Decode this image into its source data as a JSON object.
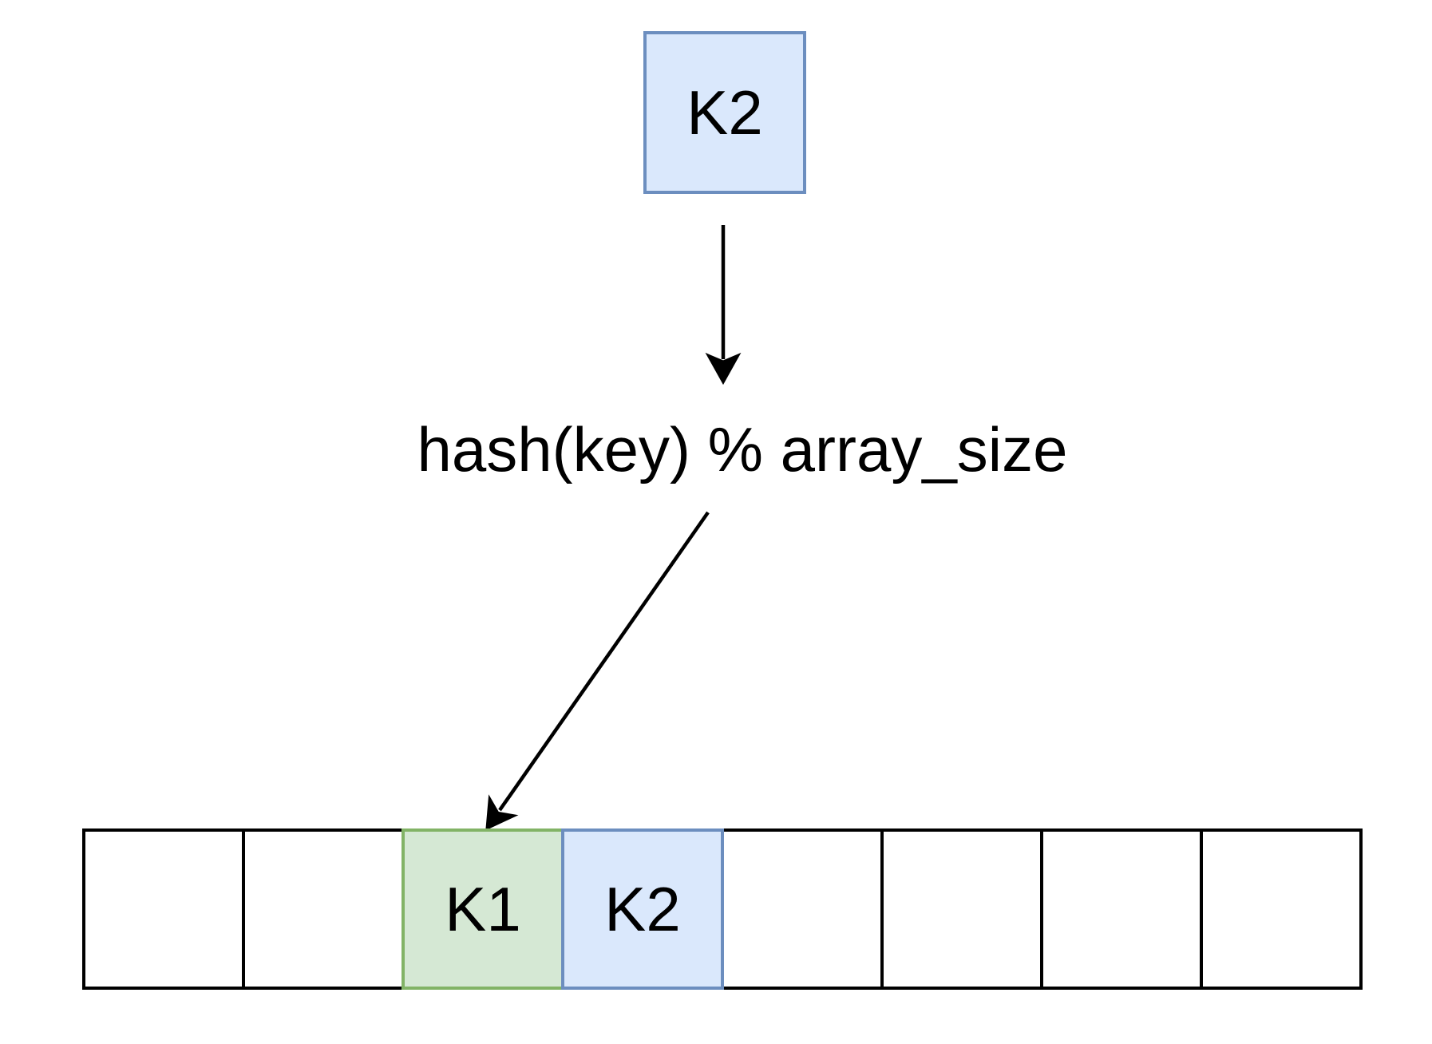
{
  "diagram": {
    "key_box": {
      "label": "K2"
    },
    "hash_function_label": "hash(key) % array_size",
    "hash_array": {
      "cell_count": 8,
      "cells": [
        {
          "index": 0,
          "label": "",
          "state": "empty"
        },
        {
          "index": 1,
          "label": "",
          "state": "empty"
        },
        {
          "index": 2,
          "label": "K1",
          "state": "occupied-green"
        },
        {
          "index": 3,
          "label": "K2",
          "state": "occupied-blue"
        },
        {
          "index": 4,
          "label": "",
          "state": "empty"
        },
        {
          "index": 5,
          "label": "",
          "state": "empty"
        },
        {
          "index": 6,
          "label": "",
          "state": "empty"
        },
        {
          "index": 7,
          "label": "",
          "state": "empty"
        }
      ]
    },
    "colors": {
      "key_fill": "#dae8fc",
      "key_border": "#6c8ebf",
      "slot_green_fill": "#d5e8d4",
      "slot_green_border": "#82b366",
      "slot_blue_fill": "#dae8fc",
      "slot_blue_border": "#6c8ebf",
      "grid_border": "#000000",
      "arrow": "#000000",
      "background": "#ffffff"
    }
  }
}
